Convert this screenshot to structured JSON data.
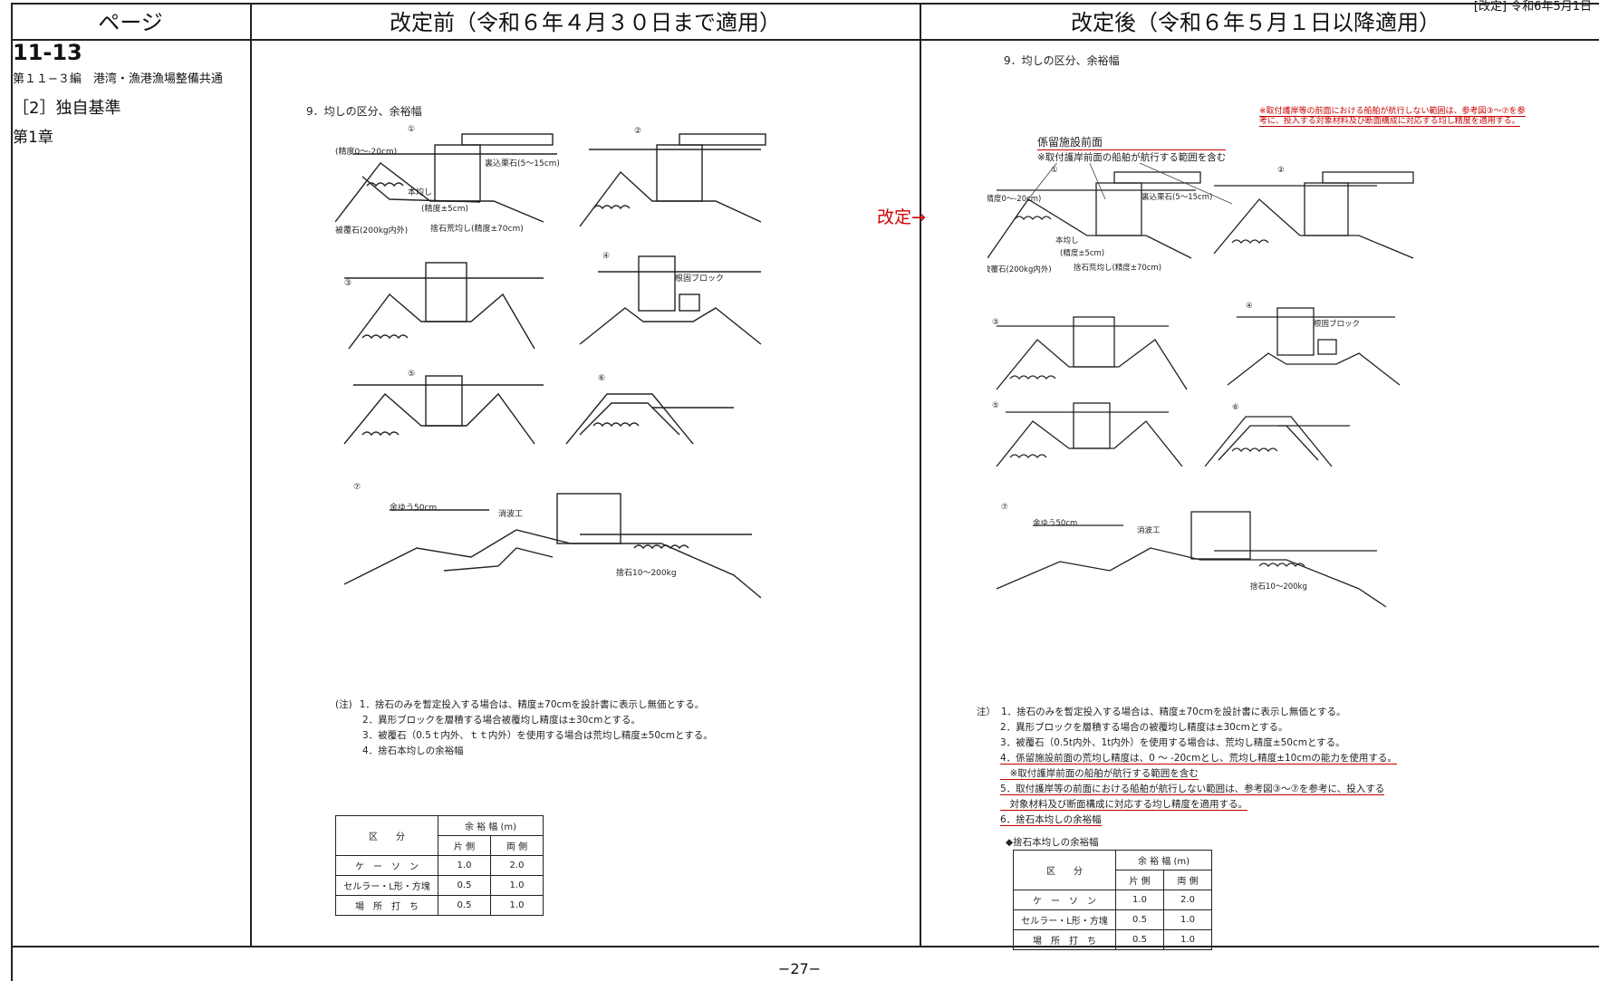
{
  "header_tag": "[改定] 令和6年5月1日",
  "columns": {
    "page": "ページ",
    "before": "改定前（令和６年４月３０日まで適用）",
    "after": "改定後（令和６年５月１日以降適用）"
  },
  "page_info": {
    "number": "11-13",
    "section": "第１１−３編　港湾・漁港漁場整備共通",
    "standard": "［2］独自基準",
    "chapter": "第1章"
  },
  "revision_mark": "改定→",
  "before": {
    "section_title": "9．均しの区分、余裕幅",
    "notes_prefix": "(注)",
    "notes": [
      "1．捨石のみを暫定投入する場合は、精度±70cmを設計書に表示し無価とする。",
      "2．異形ブロックを層積する場合被覆均し精度は±30cmとする。",
      "3．被覆石（0.5ｔ内外、ｔｔ内外）を使用する場合は荒均し精度±50cmとする。",
      "4．捨石本均しの余裕幅"
    ]
  },
  "after": {
    "section_title": "9．均しの区分、余裕幅",
    "callout_red": "※取付護岸等の前面における船舶が航行しない範囲は、参考図③〜⑦を参考に、投入する対象材料及び断面構成に対応する均し精度を適用する。",
    "callout_black_1": "係留施設前面",
    "callout_black_2": "※取付護岸前面の船舶が航行する範囲を含む",
    "notes_prefix": "注）",
    "notes": [
      "1．捨石のみを暫定投入する場合は、精度±70cmを設計書に表示し無価とする。",
      "2．異形ブロックを層積する場合の被覆均し精度は±30cmとする。",
      "3．被覆石（0.5t内外、1t内外）を使用する場合は、荒均し精度±50cmとする。",
      "4．係留施設前面の荒均し精度は、0 〜 -20cmとし、荒均し精度±10cmの能力を使用する。",
      "　※取付護岸前面の船舶が航行する範囲を含む",
      "5．取付護岸等の前面における船舶が航行しない範囲は、参考図③〜⑦を参考に、投入する",
      "　対象材料及び断面構成に対応する均し精度を適用する。",
      "6．捨石本均しの余裕幅"
    ],
    "table_caption": "◆捨石本均しの余裕幅"
  },
  "margin_table": {
    "col_category": "区　　分",
    "col_margin": "余 裕 幅 (m)",
    "col_one_side": "片 側",
    "col_both_sides": "両 側",
    "rows": [
      {
        "name": "ケ　ー　ソ　ン",
        "one": "1.0",
        "both": "2.0"
      },
      {
        "name": "セルラー・L形・方塊",
        "one": "0.5",
        "both": "1.0"
      },
      {
        "name": "場　所　打　ち",
        "one": "0.5",
        "both": "1.0"
      }
    ]
  },
  "diagram_labels": {
    "fig1": "①",
    "fig2": "②",
    "fig3": "③",
    "fig4": "④",
    "fig5": "⑤",
    "fig6": "⑥",
    "fig7": "⑦",
    "hondarashi": "本均し",
    "accuracy_5": "(精度±5cm)",
    "accuracy_70": "捨石荒均し(精度±70cm)",
    "precision_0_20": "(精度0〜-20cm)",
    "hifuku_stone": "被覆石(200kg内外)",
    "uragome": "裏込栗石(5〜15cm)",
    "keiko_block": "根固ブロック",
    "margin_50": "余ゆう50cm",
    "shoha": "消波工",
    "sute_stone": "捨石10〜200kg",
    "footer_page": "−27−"
  }
}
